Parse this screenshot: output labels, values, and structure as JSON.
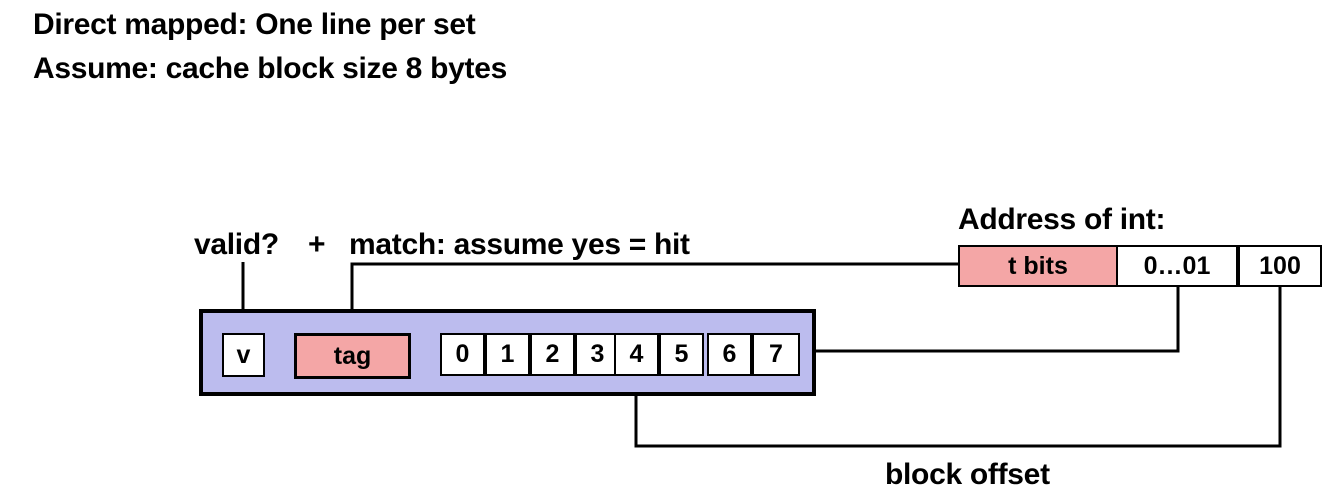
{
  "title": {
    "line1": "Direct mapped: One line per set",
    "line2": "Assume: cache block size 8 bytes"
  },
  "labels": {
    "valid": "valid?",
    "plus": "+",
    "match": "match: assume yes = hit",
    "address": "Address of int:",
    "block_offset": "block offset"
  },
  "cache_line": {
    "valid_bit": "v",
    "tag": "tag",
    "bytes": [
      "0",
      "1",
      "2",
      "3",
      "4",
      "5",
      "6",
      "7"
    ]
  },
  "address_fields": {
    "tag_bits": "t bits",
    "set_index": "0…01",
    "offset": "100"
  },
  "colors": {
    "line_fill": "#bcbcee",
    "tag_fill": "#f4a6a6"
  }
}
